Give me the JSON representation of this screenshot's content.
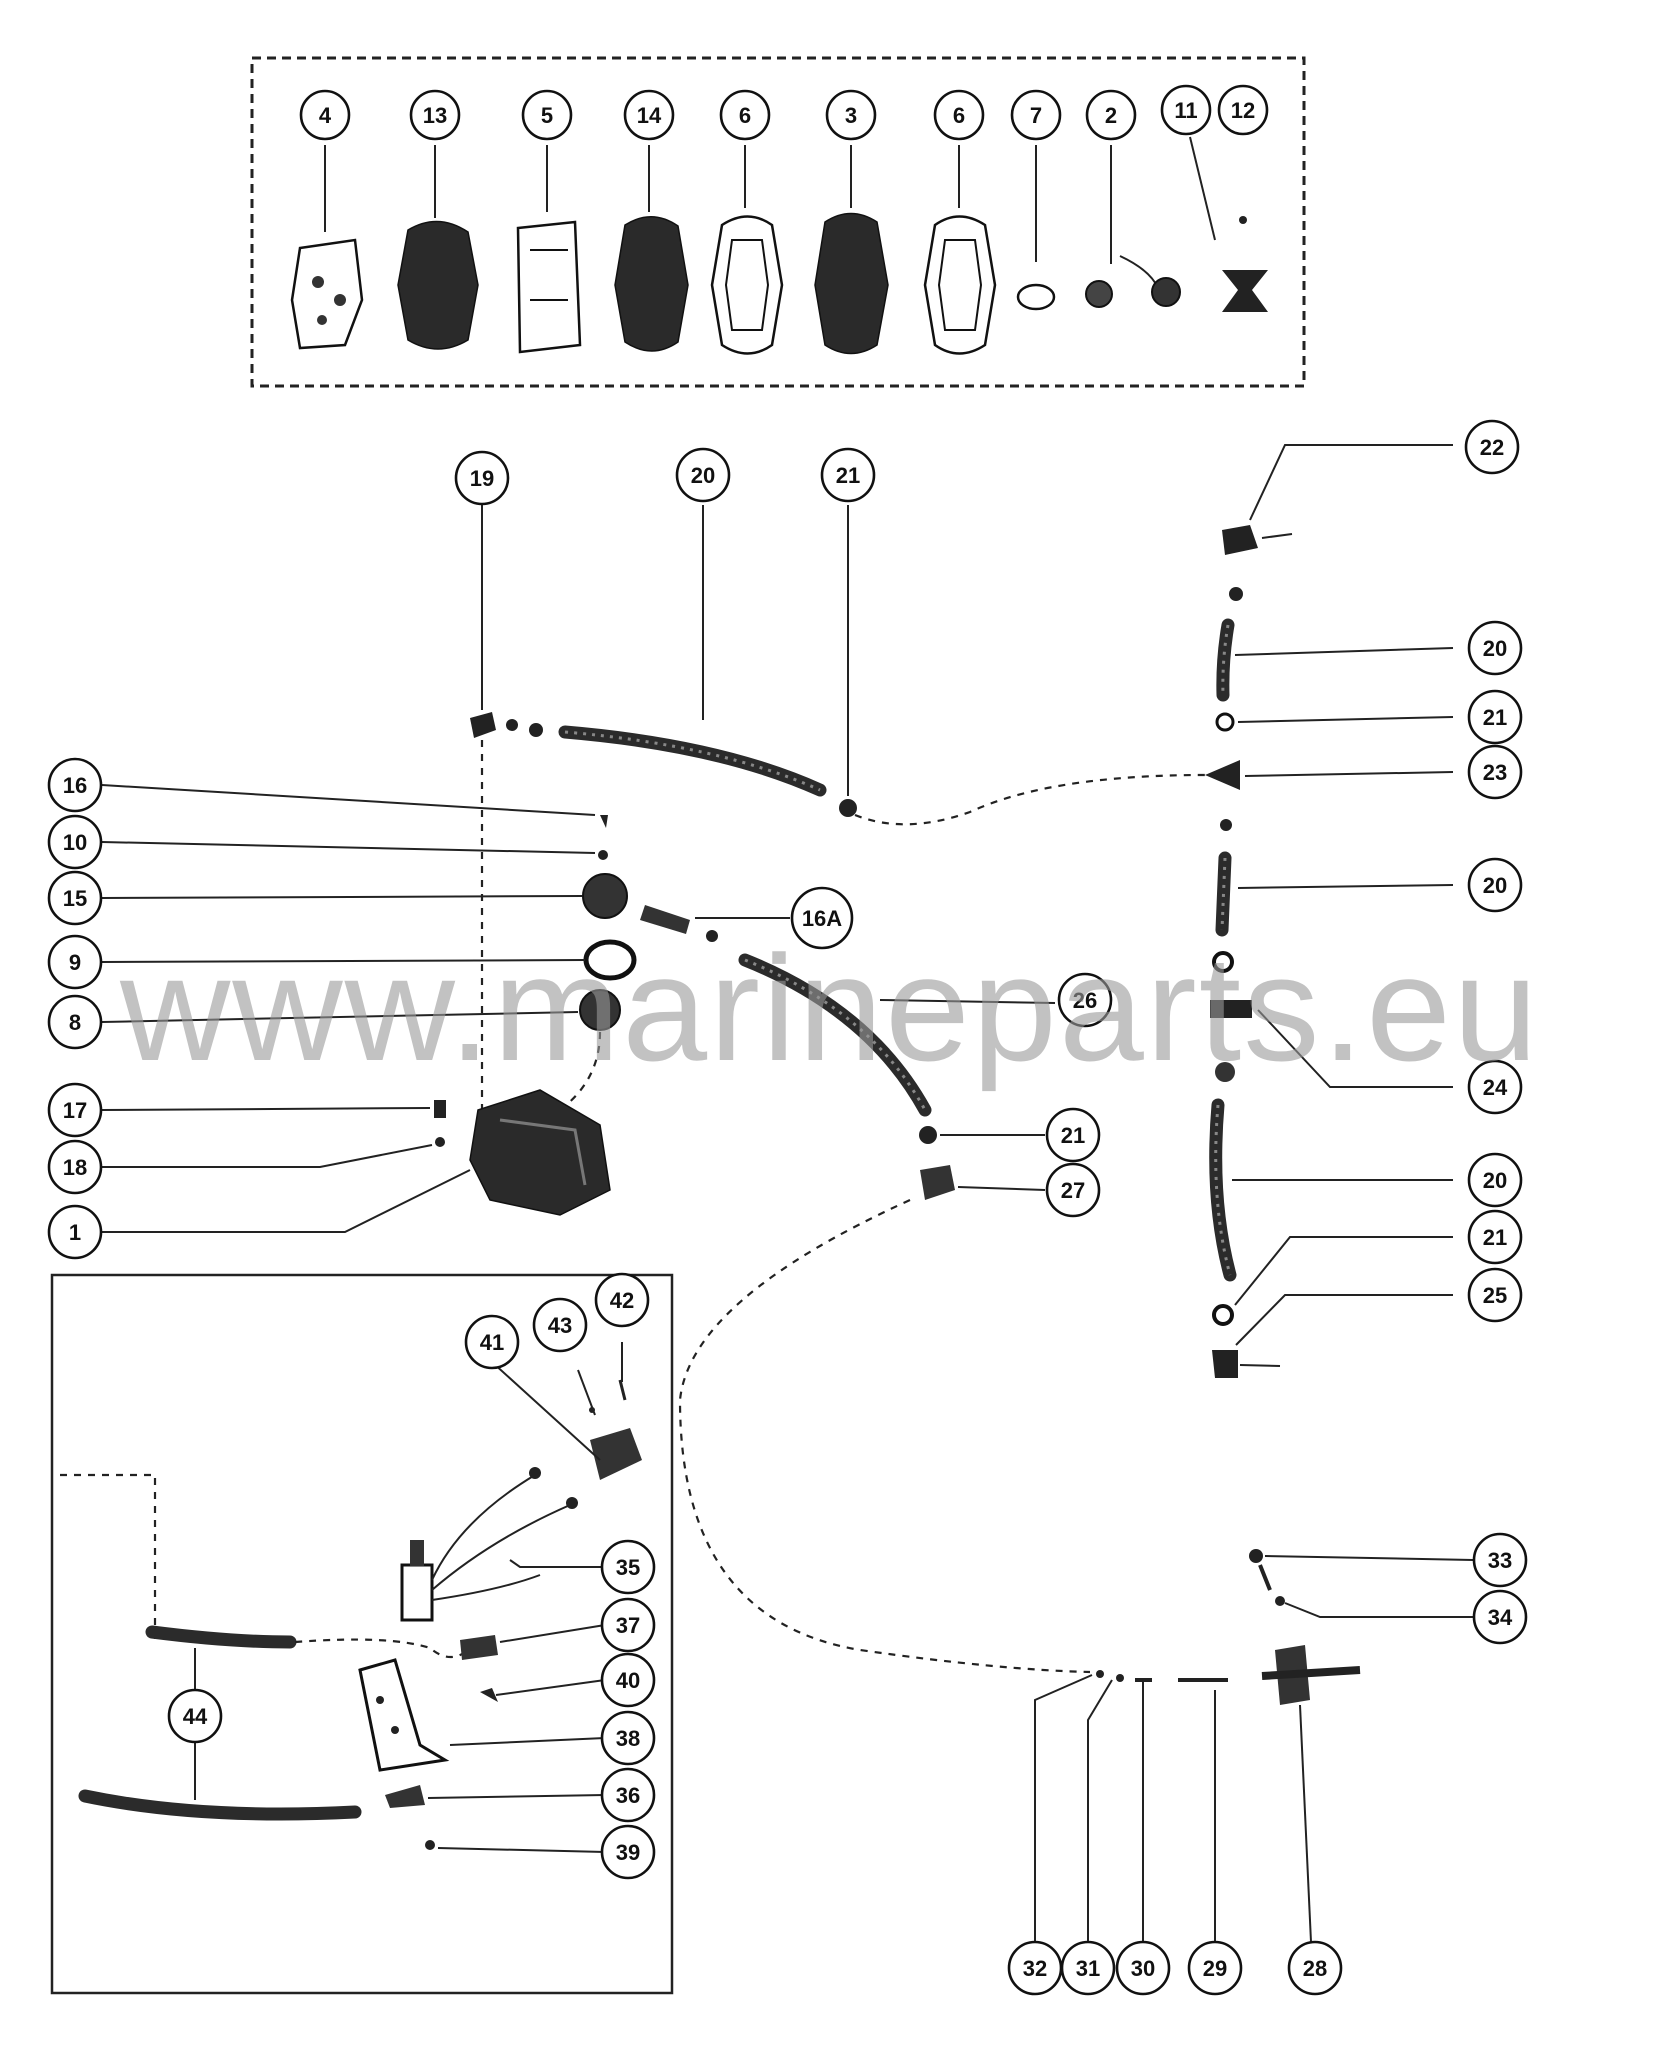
{
  "watermark": "www.marineparts.eu",
  "callouts": {
    "c4": "4",
    "c13": "13",
    "c5": "5",
    "c14": "14",
    "c6a": "6",
    "c3": "3",
    "c6b": "6",
    "c7": "7",
    "c2": "2",
    "c11": "11",
    "c12": "12",
    "c19": "19",
    "c20top": "20",
    "c21top": "21",
    "c22": "22",
    "c20r1": "20",
    "c21r1": "21",
    "c23": "23",
    "c20r2": "20",
    "c24": "24",
    "c20r3": "20",
    "c21r3": "21",
    "c25": "25",
    "c16": "16",
    "c10": "10",
    "c15": "15",
    "c16a": "16A",
    "c9": "9",
    "c8": "8",
    "c26": "26",
    "c21mid": "21",
    "c27": "27",
    "c17": "17",
    "c18": "18",
    "c1": "1",
    "c41": "41",
    "c43": "43",
    "c42": "42",
    "c35": "35",
    "c37": "37",
    "c40": "40",
    "c38": "38",
    "c36": "36",
    "c39": "39",
    "c44": "44",
    "c33": "33",
    "c34": "34",
    "c32": "32",
    "c31": "31",
    "c30": "30",
    "c29": "29",
    "c28": "28"
  }
}
